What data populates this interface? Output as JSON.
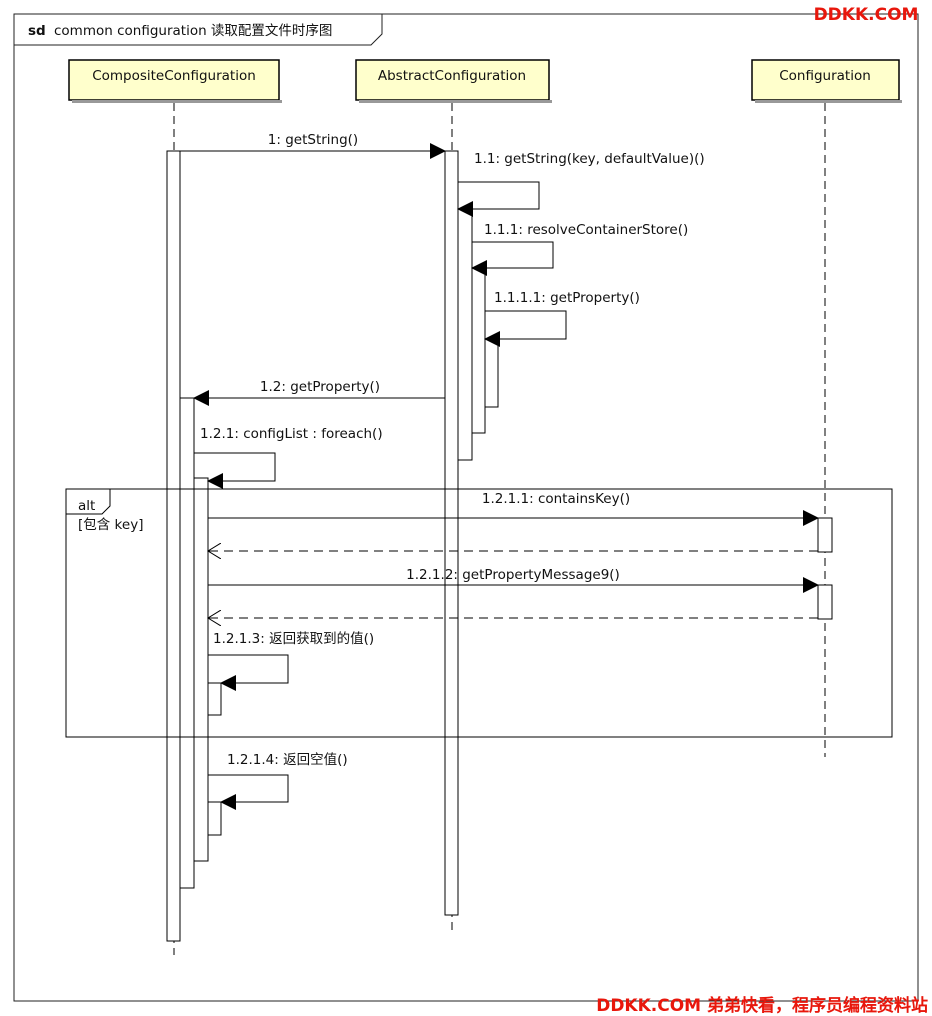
{
  "frame": {
    "keyword": "sd",
    "title": "common configuration 读取配置文件时序图"
  },
  "participants": [
    {
      "id": "composite",
      "label": "CompositeConfiguration"
    },
    {
      "id": "abstract",
      "label": "AbstractConfiguration"
    },
    {
      "id": "configuration",
      "label": "Configuration"
    }
  ],
  "messages": [
    {
      "label": "1: getString()",
      "from": "composite",
      "to": "abstract",
      "kind": "call"
    },
    {
      "label": "1.1: getString(key, defaultValue)()",
      "from": "abstract",
      "to": "abstract",
      "kind": "self"
    },
    {
      "label": "1.1.1: resolveContainerStore()",
      "from": "abstract",
      "to": "abstract",
      "kind": "self"
    },
    {
      "label": "1.1.1.1: getProperty()",
      "from": "abstract",
      "to": "abstract",
      "kind": "self"
    },
    {
      "label": "1.2: getProperty()",
      "from": "abstract",
      "to": "composite",
      "kind": "call"
    },
    {
      "label": "1.2.1: configList : foreach()",
      "from": "composite",
      "to": "composite",
      "kind": "self"
    },
    {
      "label": "1.2.1.1: containsKey()",
      "from": "composite",
      "to": "configuration",
      "kind": "call"
    },
    {
      "label": "1.2.1.2: getPropertyMessage9()",
      "from": "composite",
      "to": "configuration",
      "kind": "call"
    },
    {
      "label": "1.2.1.3: 返回获取到的值()",
      "from": "composite",
      "to": "composite",
      "kind": "self"
    },
    {
      "label": "1.2.1.4: 返回空值()",
      "from": "composite",
      "to": "composite",
      "kind": "self"
    }
  ],
  "fragment": {
    "operator": "alt",
    "guard": "[包含 key]"
  },
  "watermark": {
    "top": "DDKK.COM",
    "bottom": "DDKK.COM 弟弟快看，程序员编程资料站"
  },
  "colors": {
    "participant_fill": "#ffffcc",
    "line": "#000000",
    "watermark": "#e8170c"
  }
}
